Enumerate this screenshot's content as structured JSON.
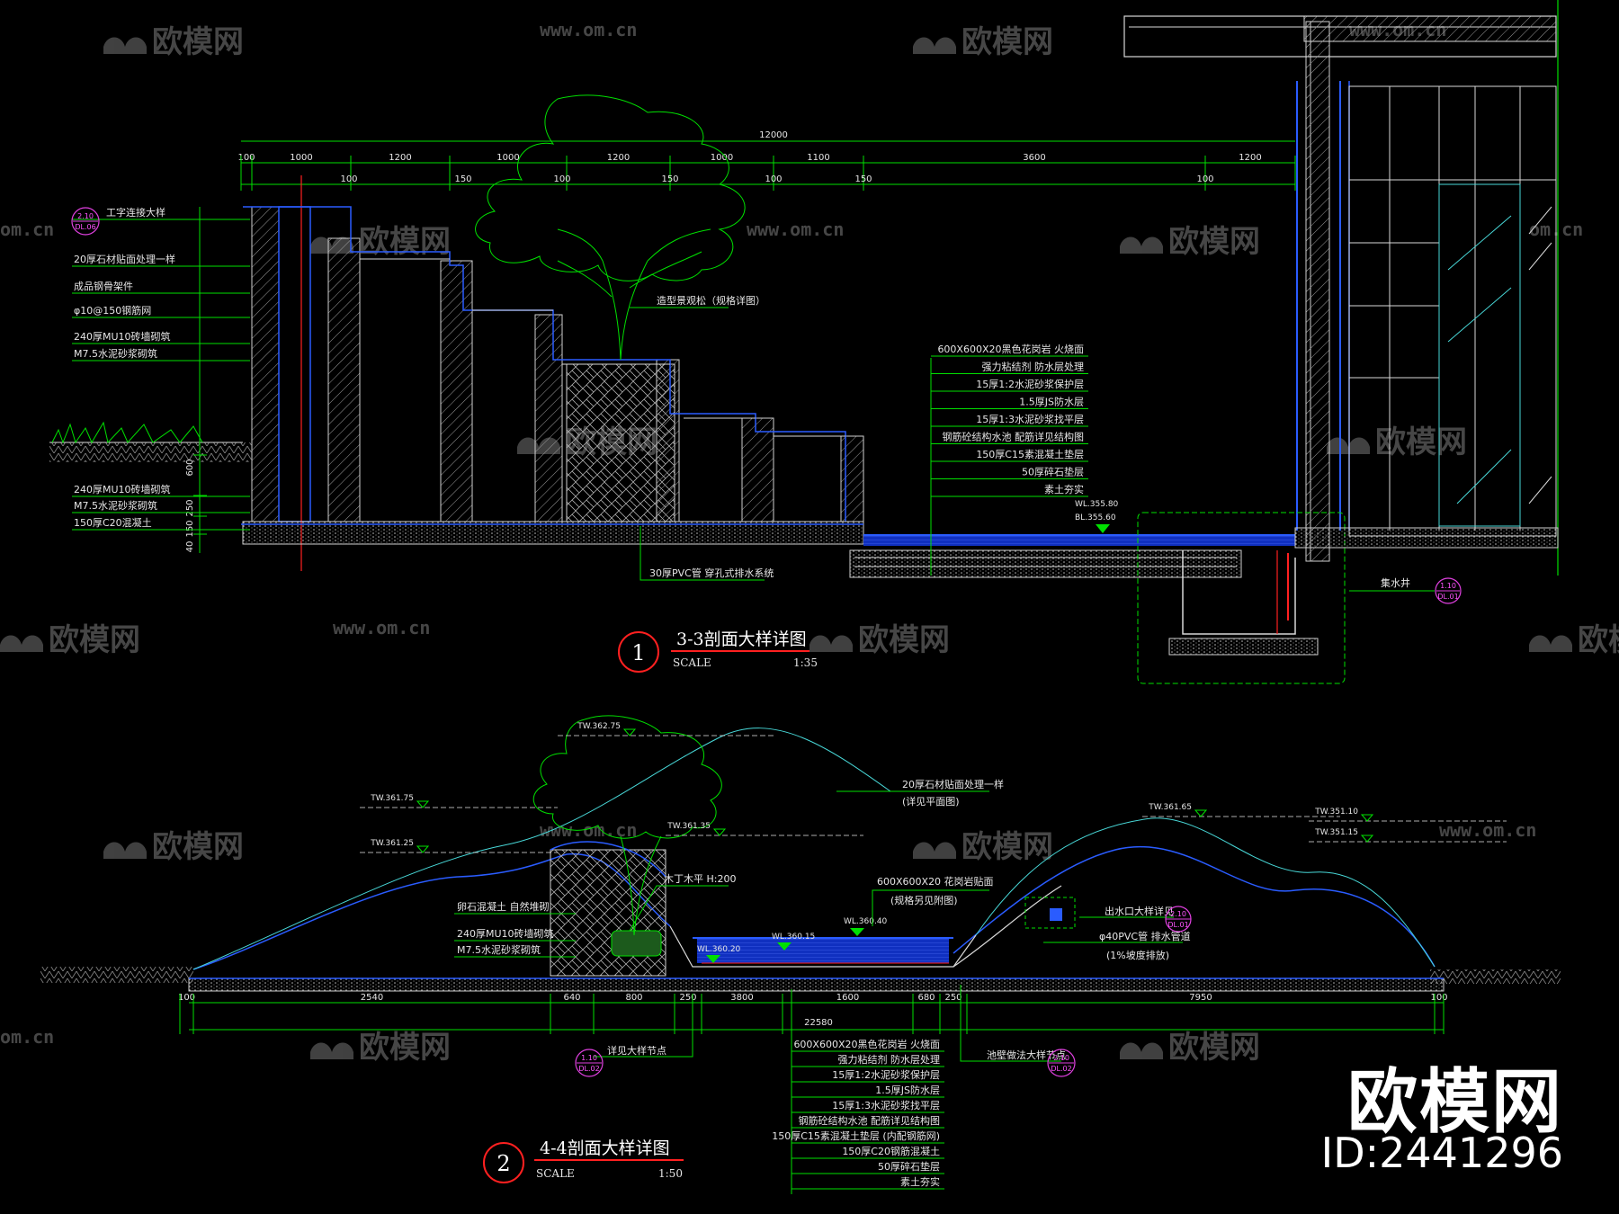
{
  "watermark": {
    "text": "欧模网",
    "url": "www.om.cn",
    "url_short": "om.cn"
  },
  "brand": {
    "name": "欧模网",
    "id": "ID:2441296"
  },
  "colors": {
    "bg": "#000000",
    "green": "#00e000",
    "blue": "#2a5cff",
    "cyan": "#48d8d8",
    "red": "#ff2020",
    "magenta": "#e040e0",
    "white": "#e6e6e6"
  },
  "section1": {
    "number": "1",
    "title": "3-3剖面大样详图",
    "scale_label": "SCALE",
    "scale_value": "1:35",
    "dims_top": [
      "100",
      "1000",
      "1200",
      "1000",
      "1200",
      "1000",
      "1100",
      "3600",
      "1200"
    ],
    "dims_small": [
      "100",
      "150",
      "100",
      "150",
      "100",
      "150",
      "100"
    ],
    "dim_total": "12000",
    "dims_left": [
      "600",
      "250",
      "150",
      "40"
    ],
    "left_labels": [
      "工字连接大样",
      "20厚石材贴面处理一样",
      "成品钢骨架件",
      "φ10@150钢筋网",
      "240厚MU10砖墙砌筑",
      "M7.5水泥砂浆砌筑"
    ],
    "left_labels_low": [
      "240厚MU10砖墙砌筑",
      "M7.5水泥砂浆砌筑",
      "150厚C20混凝土"
    ],
    "tree_label": "造型景观松（规格详图）",
    "right_labels": [
      "600X600X20黑色花岗岩 火烧面",
      "强力粘结剂 防水层处理",
      "15厚1:2水泥砂浆保护层",
      "1.5厚JS防水层",
      "15厚1:3水泥砂浆找平层",
      "钢筋砼结构水池 配筋详见结构图",
      "150厚C15素混凝土垫层",
      "50厚碎石垫层",
      "素土夯实"
    ],
    "elev_labels": [
      "WL.355.80",
      "BL.355.60"
    ],
    "bottom_label": "30厚PVC管 穿孔式排水系统",
    "pump_label": "集水井",
    "tag_left": "2.10\nDL.06",
    "tag_right": "1.10\nDL.01"
  },
  "section2": {
    "number": "2",
    "title": "4-4剖面大样详图",
    "scale_label": "SCALE",
    "scale_value": "1:50",
    "dims": [
      "100",
      "2540",
      "640",
      "800",
      "250",
      "3800",
      "1600",
      "680",
      "250",
      "7950",
      "100"
    ],
    "dim_total": "22580",
    "elev_labels": [
      "TW.362.75",
      "TW.361.75",
      "TW.361.25",
      "TW.361.35",
      "TW.361.65",
      "TW.351.10",
      "TW.351.15",
      "WL.360.20",
      "WL.360.15",
      "WL.360.40"
    ],
    "left_labels": [
      "卵石混凝土 自然堆砌",
      "240厚MU10砖墙砌筑",
      "M7.5水泥砂浆砌筑"
    ],
    "tree_label": "木丁木平 H:200",
    "center_label": [
      "600X600X20 花岗岩贴面",
      "(规格另见附图)"
    ],
    "top_label": [
      "20厚石材贴面处理一样",
      "(详见平面图)"
    ],
    "right_labels": [
      "出水口大样详见",
      "φ40PVC管 排水管道",
      "(1%坡度排放)"
    ],
    "bottom_labels": [
      "600X600X20黑色花岗岩 火烧面",
      "强力粘结剂 防水层处理",
      "15厚1:2水泥砂浆保护层",
      "1.5厚JS防水层",
      "15厚1:3水泥砂浆找平层",
      "钢筋砼结构水池 配筋详见结构图",
      "150厚C15素混凝土垫层 (内配钢筋网)",
      "150厚C20钢筋混凝土",
      "50厚碎石垫层",
      "素土夯实"
    ],
    "tag_left": "详见大样节点",
    "tag_right": "池壁做法大样节点",
    "tag_left_num": "1.10\nDL.02",
    "tag_right_num": "2.10\nDL.02",
    "tag_outlet_num": "2.10\nDL.01"
  }
}
